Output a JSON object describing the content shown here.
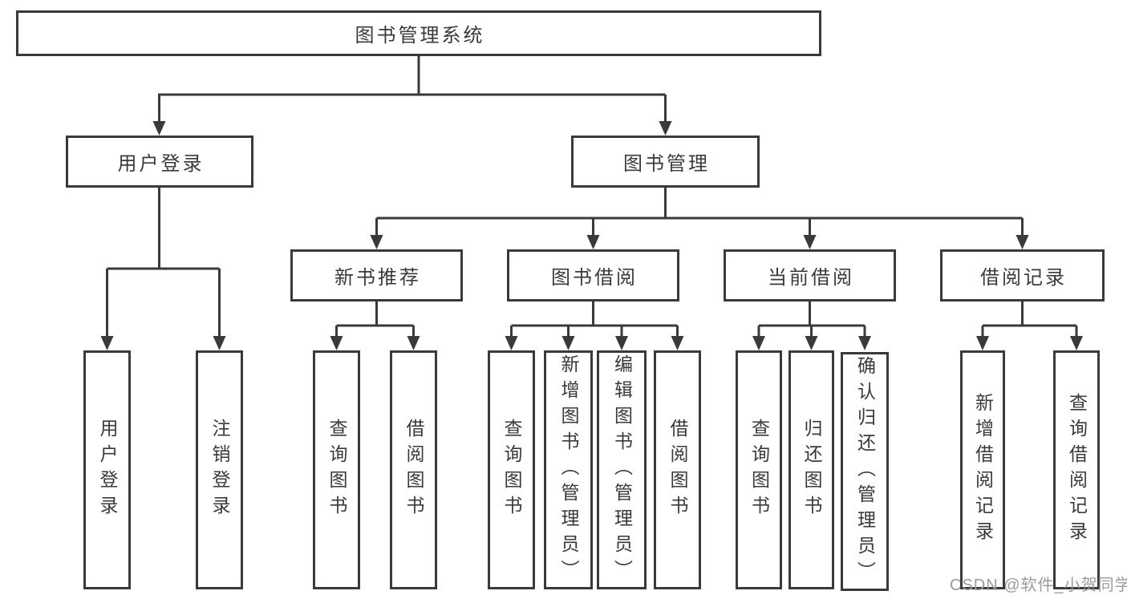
{
  "tree": {
    "label": "图书管理系统",
    "children": [
      {
        "label": "用户登录",
        "children": [
          {
            "label": "用户登录"
          },
          {
            "label": "注销登录"
          }
        ]
      },
      {
        "label": "图书管理",
        "children": [
          {
            "label": "新书推荐",
            "children": [
              {
                "label": "查询图书"
              },
              {
                "label": "借阅图书"
              }
            ]
          },
          {
            "label": "图书借阅",
            "children": [
              {
                "label": "查询图书"
              },
              {
                "label": "新增图书（管理员）"
              },
              {
                "label": "编辑图书（管理员）"
              },
              {
                "label": "借阅图书"
              }
            ]
          },
          {
            "label": "当前借阅",
            "children": [
              {
                "label": "查询图书"
              },
              {
                "label": "归还图书"
              },
              {
                "label": "确认归还（管理员）"
              }
            ]
          },
          {
            "label": "借阅记录",
            "children": [
              {
                "label": "新增借阅记录"
              },
              {
                "label": "查询借阅记录"
              }
            ]
          }
        ]
      }
    ]
  },
  "watermark": {
    "text": "CSDN @软件_小贺同学",
    "color": "#9b9b9b"
  },
  "colors": {
    "line": "#3a3a3a",
    "box_border": "#3a3a3a",
    "box_background": "#ffffff",
    "text": "#3a3a3a"
  }
}
